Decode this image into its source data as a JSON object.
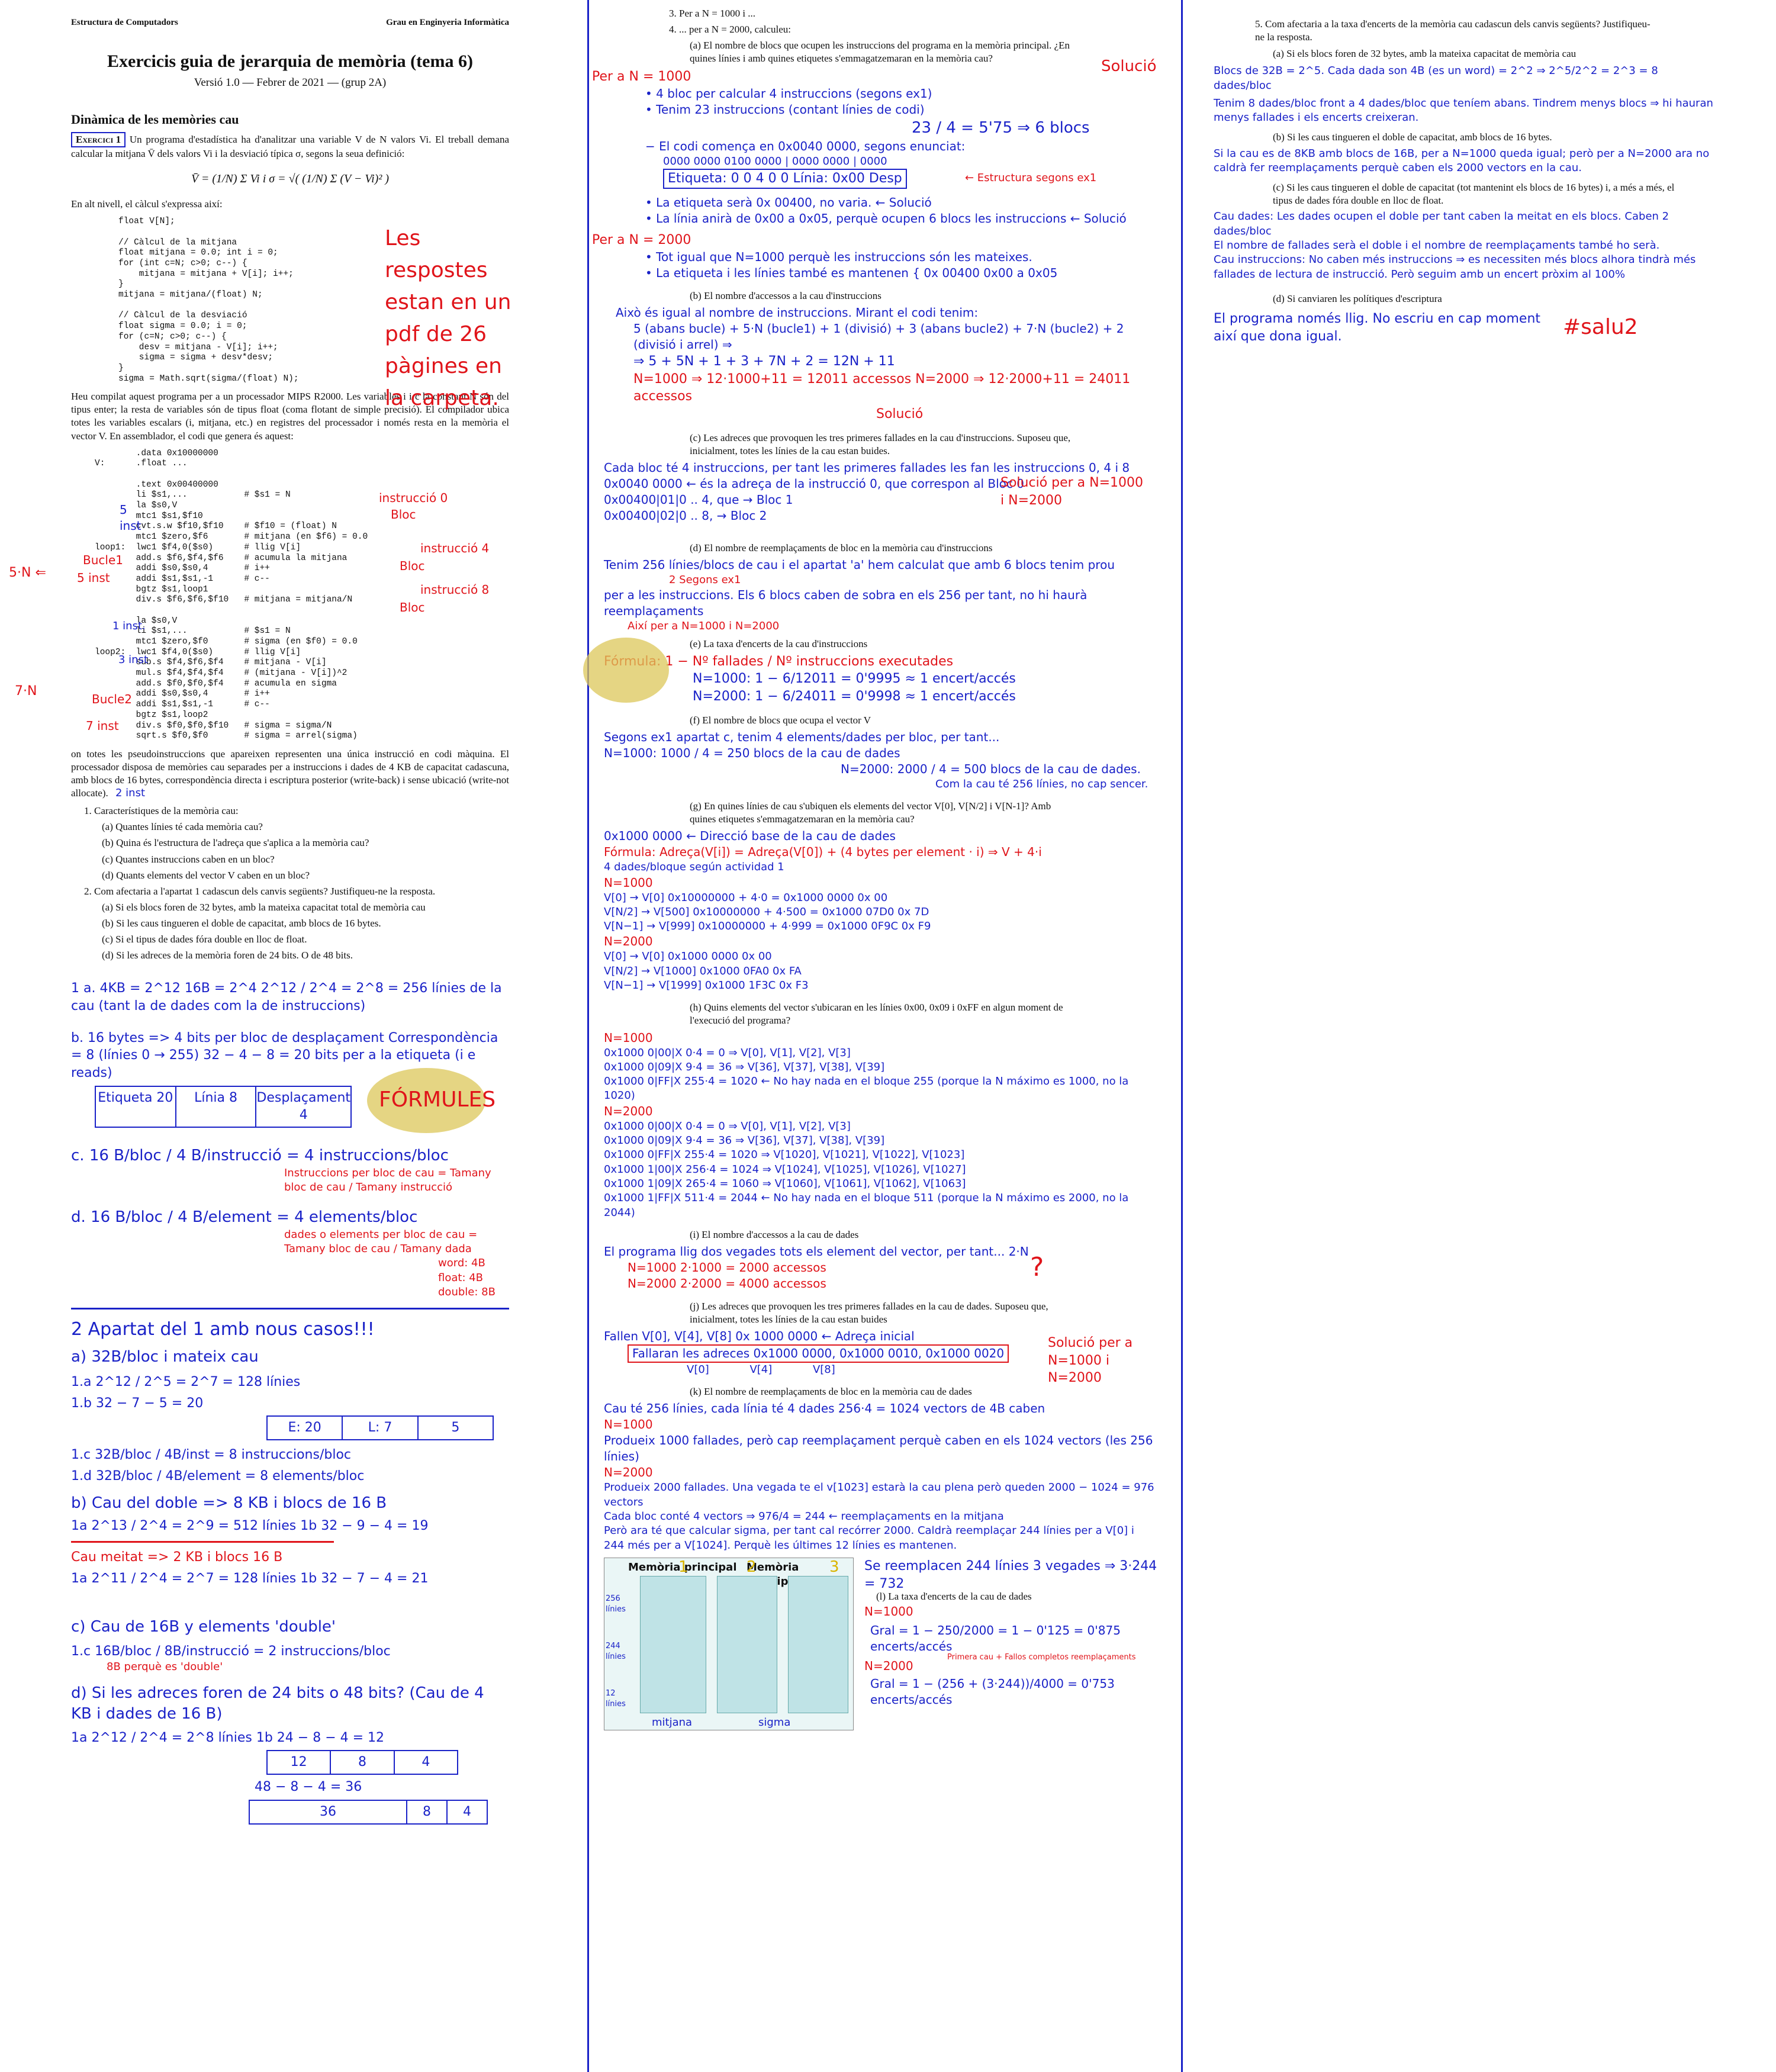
{
  "doc": {
    "header_left": "Estructura de Computadors",
    "header_right": "Grau en Enginyeria Informàtica",
    "title": "Exercicis guia de jerarquia de memòria (tema 6)",
    "version": "Versió 1.0 — Febrer de 2021 — (grup 2A)",
    "section": "Dinàmica de les memòries cau",
    "ex_label": "Exercici 1",
    "intro": "Un programa d'estadística ha d'analitzar una variable V de N valors Vi. El treball demana calcular la mitjana V̄ dels valors Vi i la desviació típica σ, segons la seua definició:",
    "formula": "V̄ = (1/N) Σ Vi     i     σ = √( (1/N) Σ (V − Vi)² )",
    "high_level": "En alt nivell, el càlcul s'expressa així:",
    "code": "float V[N];\n\n// Càlcul de la mitjana\nfloat mitjana = 0.0; int i = 0;\nfor (int c=N; c>0; c--) {\n    mitjana = mitjana + V[i]; i++;\n}\nmitjana = mitjana/(float) N;\n\n// Càlcul de la desviació\nfloat sigma = 0.0; i = 0;\nfor (c=N; c>0; c--) {\n    desv = mitjana - V[i]; i++;\n    sigma = sigma + desv*desv;\n}\nsigma = Math.sqrt(sigma/(float) N);",
    "compiled": "Heu compilat aquest programa per a un processador MIPS R2000. Les variables i i c la constant N són del tipus enter; la resta de variables són de tipus float (coma flotant de simple precisió). El compilador ubica totes les variables escalars (i, mitjana, etc.) en registres del processador i només resta en la memòria el vector V. En assemblador, el codi que genera és aquest:",
    "asm": "        .data 0x10000000\nV:      .float ...\n\n        .text 0x00400000\n        li $s1,...           # $s1 = N\n        la $s0,V\n        mtc1 $s1,$f10\n        cvt.s.w $f10,$f10    # $f10 = (float) N\n        mtc1 $zero,$f6       # mitjana (en $f6) = 0.0\nloop1:  lwc1 $f4,0($s0)      # llig V[i]\n        add.s $f6,$f4,$f6    # acumula la mitjana\n        addi $s0,$s0,4       # i++\n        addi $s1,$s1,-1      # c--\n        bgtz $s1,loop1\n        div.s $f6,$f6,$f10   # mitjana = mitjana/N\n\n        la $s0,V\n        li $s1,...           # $s1 = N\n        mtc1 $zero,$f0       # sigma (en $f0) = 0.0\nloop2:  lwc1 $f4,0($s0)      # llig V[i]\n        sub.s $f4,$f6,$f4    # mitjana - V[i]\n        mul.s $f4,$f4,$f4    # (mitjana - V[i])^2\n        add.s $f0,$f0,$f4    # acumula en sigma\n        addi $s0,$s0,4       # i++\n        addi $s1,$s1,-1      # c--\n        bgtz $s1,loop2\n        div.s $f0,$f0,$f10   # sigma = sigma/N\n        sqrt.s $f0,$f0       # sigma = arrel(sigma)",
    "pseudo": "on totes les pseudoinstruccions que apareixen representen una única instrucció en codi màquina. El processador disposa de memòries cau separades per a instruccions i dades de 4 KB de capacitat cadascuna, amb blocs de 16 bytes, correspondència directa i escriptura posterior (write-back) i sense ubicació (write-not allocate).",
    "q1": "1. Característiques de la memòria cau:",
    "q1_items": [
      "(a) Quantes línies té cada memòria cau?",
      "(b) Quina és l'estructura de l'adreça que s'aplica a la memòria cau?",
      "(c) Quantes instruccions caben en un bloc?",
      "(d) Quants elements del vector V caben en un bloc?"
    ],
    "q2": "2. Com afectaria a l'apartat 1 cadascun dels canvis següents? Justifiqueu-ne la resposta.",
    "q2_items": [
      "(a) Si els blocs foren de 32 bytes, amb la mateixa capacitat total de memòria cau",
      "(b) Si les caus tingueren el doble de capacitat, amb blocs de 16 bytes.",
      "(c) Si el tipus de dades fóra double en lloc de float.",
      "(d) Si les adreces de la memòria foren de 24 bits. O de 48 bits."
    ]
  },
  "notes1": {
    "resp": "Les respostes estan en un pdf de 26 pàgines en la carpeta.",
    "asm_marks": [
      "5 inst",
      "instrucció 0",
      "Bloc",
      "instrucció 4",
      "Bloc",
      "instrucció 8",
      "Bloc",
      "Bucle1",
      "5 inst",
      "1 inst.",
      "3 inst",
      "Bucle2",
      "7 inst",
      "2 inst",
      "5·N ⇐",
      "7·N"
    ],
    "a1": "1 a. 4KB = 2^12   16B = 2^4   2^12 / 2^4 = 2^8 = 256 línies de la cau (tant la de dades com la de instruccions)",
    "b1": "b. 16 bytes => 4 bits per bloc de desplaçament    Correspondència = 8 (línies 0 → 255)    32 − 4 − 8 = 20 bits per a la etiqueta (i e reads)",
    "tbl1": [
      "Etiqueta 20",
      "Línia 8",
      "Desplaçament 4"
    ],
    "formules": "FÓRMULES",
    "c1": "c. 16 B/bloc / 4 B/instrucció = 4 instruccions/bloc",
    "c1_note": "Instruccions per bloc de cau = Tamany bloc de cau / Tamany instrucció",
    "d1": "d. 16 B/bloc / 4 B/element = 4 elements/bloc",
    "d1_note": "dades o elements per bloc de cau = Tamany bloc de cau / Tamany dada",
    "d1_note2": "word: 4B float: 4B double: 8B",
    "ap2": "2  Apartat del 1 amb nous casos!!!",
    "ap2a": "a) 32B/bloc i mateix cau",
    "a2_1a": "1.a  2^12 / 2^5 = 2^7 = 128 línies",
    "a2_1b": "1.b  32 − 7 − 5 = 20",
    "tbl2": [
      "E: 20",
      "L: 7",
      "5"
    ],
    "a2_1c": "1.c  32B/bloc / 4B/inst = 8 instruccions/bloc",
    "a2_1d": "1.d  32B/bloc / 4B/element = 8 elements/bloc",
    "b2": "b) Cau del doble => 8 KB i blocs de 16 B",
    "b2_1": "1a  2^13 / 2^4 = 2^9 = 512 línies    1b  32 − 9 − 4 = 19",
    "b2_2": "Cau meitat => 2 KB i blocs 16 B",
    "b2_3": "1a  2^11 / 2^4 = 2^7 = 128 línies    1b  32 − 7 − 4 = 21",
    "c2": "c) Cau de 16B y elements 'double'",
    "c2_1": "1.c  16B/bloc / 8B/instrucció = 2 instruccions/bloc",
    "c2_note": "8B perquè es 'double'",
    "d2": "d) Si les adreces foren de 24 bits o 48 bits?  (Cau de 4 KB i dades de 16 B)",
    "d2_1": "1a  2^12 / 2^4 = 2^8 línies    1b  24 − 8 − 4 = 12",
    "tbl3": [
      "12",
      "8",
      "4"
    ],
    "d2_2": "48 − 8 − 4 = 36",
    "tbl4": [
      "36",
      "8",
      "4"
    ]
  },
  "col2": {
    "q3": "3. Per a N = 1000 i ...",
    "q4": "4. ... per a N = 2000, calculeu:",
    "qa": "(a) El nombre de blocs que ocupen les instruccions del programa en la memòria principal. ¿En quines línies i amb quines etiquetes s'emmagatzemaran en la memòria cau?",
    "a_n1000": "Per a N = 1000",
    "a_sol": "Solució",
    "a_1": "• 4 bloc per calcular 4 instruccions (segons ex1)",
    "a_2": "• Tenim 23 instruccions (contant línies de codi)",
    "a_3": "23 / 4 = 5'75 ⇒ 6 blocs",
    "a_4": "− El codi comença en 0x0040 0000, segons enunciat:",
    "a_5": "0000 0000 0100 0000 | 0000 0000 | 0000",
    "a_6": "Etiqueta: 0 0 4 0 0   Línia: 0x00   Desp",
    "a_7": "← Estructura segons ex1",
    "a_8": "• La etiqueta serà 0x 00400, no varia. ← Solució",
    "a_9": "• La línia anirà de 0x00 a 0x05, perquè ocupen 6 blocs les instruccions ← Solució",
    "a_n2000": "Per a N = 2000",
    "a_10": "• Tot igual que N=1000 perquè les instruccions són les mateixes.",
    "a_11": "• La etiqueta i les línies també es mantenen  { 0x 00400   0x00 a 0x05",
    "qb": "(b) El nombre d'accessos a la cau d'instruccions",
    "b_1": "Això és igual al nombre de instruccions. Mirant el codi tenim:",
    "b_2": "5 (abans bucle) + 5·N (bucle1) + 1 (divisió) + 3 (abans bucle2) + 7·N (bucle2) + 2 (divisió i arrel) ⇒",
    "b_3": "⇒ 5 + 5N + 1 + 3 + 7N + 2 = 12N + 11",
    "b_4": "N=1000 ⇒ 12·1000+11 = 12011 accessos      N=2000 ⇒ 12·2000+11 = 24011 accessos",
    "b_sol": "Solució",
    "qc": "(c) Les adreces que provoquen les tres primeres fallades en la cau d'instruccions. Suposeu que, inicialment, totes les línies de la cau estan buides.",
    "c_1": "Cada bloc té 4 instruccions, per tant les primeres fallades les fan les instruccions 0, 4 i 8",
    "c_2": "0x0040 0000 ← és la adreça de la instrucció 0, que correspon al Bloc 0",
    "c_3": "0x00400|01|0  ..  4, que  → Bloc 1",
    "c_4": "0x00400|02|0  ..  8,  → Bloc 2",
    "c_sol": "Solució per a N=1000 i N=2000",
    "qd": "(d) El nombre de reemplaçaments de bloc en la memòria cau d'instruccions",
    "d_1": "Tenim 256 línies/blocs de cau i el apartat 'a' hem calculat que amb 6 blocs tenim prou",
    "d_2": "2 Segons ex1",
    "d_3": "per a les instruccions. Els 6 blocs caben de sobra en els 256 per tant, no hi haurà reemplaçaments",
    "d_4": "Així per a N=1000 i N=2000",
    "qe": "(e) La taxa d'encerts de la cau d'instruccions",
    "e_form": "Fórmula:  1 − Nº fallades / Nº instruccions executades",
    "e_1": "N=1000:  1 − 6/12011 = 0'9995 ≈ 1 encert/accés",
    "e_2": "N=2000:  1 − 6/24011 = 0'9998 ≈ 1 encert/accés",
    "qf": "(f) El nombre de blocs que ocupa el vector V",
    "f_1": "Segons ex1 apartat c, tenim 4 elements/dades per bloc, per tant...",
    "f_2": "N=1000:  1000 / 4 = 250 blocs de la cau de dades",
    "f_3": "N=2000:  2000 / 4 = 500 blocs de la cau de dades.",
    "f_4": "Com la cau té 256 línies, no cap sencer.",
    "qg": "(g) En quines línies de cau s'ubiquen els elements del vector V[0], V[N/2] i V[N-1]? Amb quines etiquetes s'emmagatzemaran en la memòria cau?",
    "g_1": "0x1000 0000 ← Direcció base de la cau de dades",
    "g_form": "Fórmula: Adreça(V[i]) = Adreça(V[0]) + (4 bytes per element · i) ⇒ V + 4·i",
    "g_2": "4 dades/bloque según actividad 1",
    "g_n1000": "N=1000",
    "g_3": "V[0] → V[0]    0x10000000 + 4·0 = 0x1000 0000    0x 00",
    "g_4": "V[N/2] → V[500]    0x10000000 + 4·500 = 0x1000 07D0    0x 7D",
    "g_5": "V[N−1] → V[999]    0x10000000 + 4·999 = 0x1000 0F9C    0x F9",
    "g_n2000": "N=2000",
    "g_6": "V[0] → V[0]    0x1000 0000    0x 00",
    "g_7": "V[N/2] → V[1000]    0x1000 0FA0    0x FA",
    "g_8": "V[N−1] → V[1999]    0x1000 1F3C    0x F3",
    "qh": "(h) Quins elements del vector s'ubicaran en les línies 0x00, 0x09 i 0xFF en algun moment de l'execució del programa?",
    "h_n1000": "N=1000",
    "h_1": "0x1000 0|00|X    0·4 = 0  ⇒ V[0], V[1], V[2], V[3]",
    "h_2": "0x1000 0|09|X    9·4 = 36  ⇒ V[36], V[37], V[38], V[39]",
    "h_3": "0x1000 0|FF|X    255·4 = 1020  ← No hay nada en el bloque 255 (porque la N máximo es 1000, no la 1020)",
    "h_n2000": "N=2000",
    "h_4": "0x1000 0|00|X    0·4 = 0  ⇒ V[0], V[1], V[2], V[3]",
    "h_5": "0x1000 0|09|X    9·4 = 36  ⇒ V[36], V[37], V[38], V[39]",
    "h_6": "0x1000 0|FF|X    255·4 = 1020  ⇒ V[1020], V[1021], V[1022], V[1023]",
    "h_7": "0x1000 1|00|X    256·4 = 1024  ⇒ V[1024], V[1025], V[1026], V[1027]",
    "h_8": "0x1000 1|09|X    265·4 = 1060  ⇒ V[1060], V[1061], V[1062], V[1063]",
    "h_9": "0x1000 1|FF|X    511·4 = 2044  ← No hay nada en el bloque 511 (porque la N máximo es 2000, no la 2044)",
    "qi": "(i) El nombre d'accessos a la cau de dades",
    "i_1": "El programa llig dos vegades tots els element del vector, per tant...  2·N",
    "i_2": "N=1000   2·1000 = 2000 accessos",
    "i_3": "N=2000   2·2000 = 4000 accessos",
    "i_q": "?",
    "qj": "(j) Les adreces que provoquen les tres primeres fallades en la cau de dades. Suposeu que, inicialment, totes les línies de la cau estan buides",
    "j_1": "Fallen V[0], V[4], V[8]     0x 1000 0000 ← Adreça inicial",
    "j_2": "Fallaran les adreces 0x1000 0000, 0x1000 0010, 0x1000 0020",
    "j_3": "V[0]            V[4]            V[8]",
    "j_sol": "Solució per a N=1000 i N=2000",
    "qk": "(k) El nombre de reemplaçaments de bloc en la memòria cau de dades",
    "k_1": "Cau té 256 línies, cada línia té 4 dades     256·4 = 1024 vectors de 4B caben",
    "k_2": "N=1000",
    "k_3": "Produeix 1000 fallades, però cap reemplaçament perquè caben en els 1024 vectors (les 256 línies)",
    "k_4": "N=2000",
    "k_5": "Produeix 2000 fallades. Una vegada te el v[1023] estarà la cau plena però queden 2000 − 1024 = 976 vectors",
    "k_6": "Cada bloc conté 4 vectors ⇒ 976/4 = 244 ← reemplaçaments en la mitjana",
    "k_7": "Però ara té que calcular sigma, per tant cal recórrer 2000. Caldrà reemplaçar 244 línies per a V[0] i",
    "k_8": "244 més per a V[1024]. Perquè les últimes 12 línies es mantenen.",
    "k_9": "Se reemplacen 244 línies 3 vegades ⇒ 3·244 = 732",
    "fig_labels": [
      "Memòria principal",
      "Memòria principal",
      "1",
      "2",
      "3",
      "mitjana",
      "sigma",
      "256 línies",
      "244 línies",
      "12 línies"
    ],
    "ql": "(l) La taxa d'encerts de la cau de dades",
    "l_1": "N=1000",
    "l_2": "Gral = 1 − 250/2000 = 1 − 0'125 = 0'875 encerts/accés",
    "l_3": "N=2000",
    "l_4": "Gral = 1 − (256 + (3·244))/4000 = 0'753 encerts/accés",
    "l_note": "Primera cau + Fallos completos reemplaçaments"
  },
  "col3": {
    "q5": "5. Com afectaria a la taxa d'encerts de la memòria cau cadascun dels canvis següents? Justifiqueu-ne la resposta.",
    "qa": "(a) Si els blocs foren de 32 bytes, amb la mateixa capacitat de memòria cau",
    "a_1": "Blocs de 32B = 2^5. Cada dada son 4B (es un word) = 2^2  ⇒  2^5/2^2 = 2^3 = 8 dades/bloc",
    "a_2": "Tenim 8 dades/bloc front a 4 dades/bloc que teníem abans. Tindrem menys blocs ⇒ hi hauran menys fallades i els encerts creixeran.",
    "qb": "(b) Si les caus tingueren el doble de capacitat, amb blocs de 16 bytes.",
    "b_1": "Si la cau es de 8KB amb blocs de 16B, per a N=1000 queda igual; però per a N=2000 ara no caldrà fer reemplaçaments perquè caben els 2000 vectors en la cau.",
    "qc": "(c) Si les caus tingueren el doble de capacitat (tot mantenint els blocs de 16 bytes) i, a més a més, el tipus de dades fóra double en lloc de float.",
    "c_1": "Cau dades: Les dades ocupen el doble per tant caben la meitat en els blocs. Caben 2 dades/bloc",
    "c_2": "El nombre de fallades serà el doble i el nombre de reemplaçaments també ho serà.",
    "c_3": "Cau instruccions: No caben més instruccions ⇒ es necessiten més blocs alhora tindrà més fallades de lectura de instrucció. Però seguim amb un encert pròxim al 100%",
    "qd": "(d) Si canviaren les polítiques d'escriptura",
    "d_1": "El programa només llig. No escriu en cap moment així que dona igual.",
    "d_2": "#salu2"
  }
}
